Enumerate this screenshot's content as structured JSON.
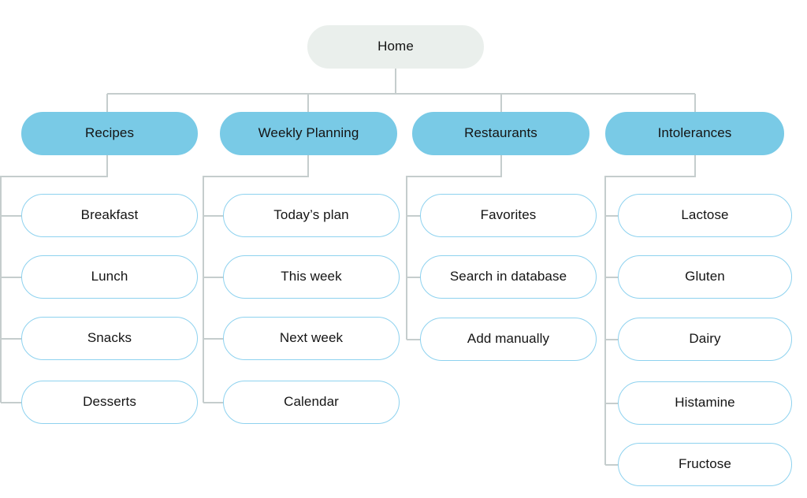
{
  "diagram": {
    "type": "sitemap-tree",
    "colors": {
      "root_fill": "#eaefec",
      "section_fill": "#79cae6",
      "leaf_border": "#8ed2ef",
      "leaf_fill": "#ffffff",
      "connector": "#c5cdcd",
      "text": "#141414",
      "background": "#ffffff"
    },
    "root": {
      "label": "Home"
    },
    "sections": [
      {
        "label": "Recipes",
        "children": [
          {
            "label": "Breakfast"
          },
          {
            "label": "Lunch"
          },
          {
            "label": "Snacks"
          },
          {
            "label": "Desserts"
          }
        ]
      },
      {
        "label": "Weekly Planning",
        "children": [
          {
            "label": "Today’s plan"
          },
          {
            "label": "This week"
          },
          {
            "label": "Next week"
          },
          {
            "label": "Calendar"
          }
        ]
      },
      {
        "label": "Restaurants",
        "children": [
          {
            "label": "Favorites"
          },
          {
            "label": "Search in database"
          },
          {
            "label": "Add manually"
          }
        ]
      },
      {
        "label": "Intolerances",
        "children": [
          {
            "label": "Lactose"
          },
          {
            "label": "Gluten"
          },
          {
            "label": "Dairy"
          },
          {
            "label": "Histamine"
          },
          {
            "label": "Fructose"
          }
        ]
      }
    ]
  }
}
